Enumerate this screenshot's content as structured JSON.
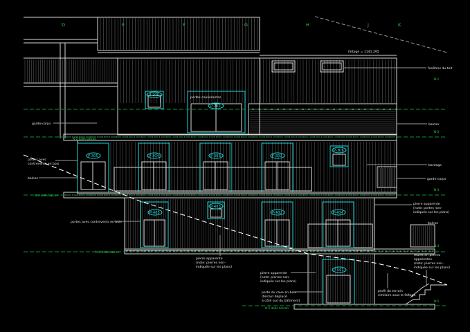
{
  "grid_labels": [
    "D",
    "E",
    "F",
    "G",
    "H",
    "J",
    "K"
  ],
  "faitage": "faîtage = 1141.295",
  "annotations": {
    "fenetres_toit": "fenêtres du toit",
    "portes_coulissantes": "portes coulissantes",
    "garde_corps_left": "garde-corps",
    "balcon_right": "balcon",
    "portes_avec_1": "portes avec",
    "portes_avec_2": "contrevents en bois",
    "balcon_left": "balcon",
    "bardage": "bardage",
    "garde_corps_right": "garde-corps",
    "pierre_right_1": "pierre apparente",
    "pierre_right_2": "(note: portes non-",
    "pierre_right_3": "indiquée sur les plans)",
    "portes_contrevents": "portes avec contrevents en bois",
    "balcon_right2": "balcon",
    "pierre_mid_1": "pierre apparente",
    "pierre_mid_2": "(note: pierres non-",
    "pierre_mid_3": "indiquée sur les plans)",
    "muret_1": "muret en pierres",
    "muret_2": "apparentes",
    "muret_3": "(note: pierres non-",
    "muret_4": "indiquée sur les plans)",
    "pierre_low_1": "pierre apparente",
    "pierre_low_2": "(note: pierres non-",
    "pierre_low_3": "indiquée sur les plans)",
    "porte_cave_1": "porte du cave en bois",
    "porte_cave_2": "(terrain déplacé",
    "porte_cave_3": "à côté sud du bâtiment)",
    "profil_1": "profil du terrain",
    "profil_2": "similaire sous le faîtage"
  },
  "levels": {
    "n1": "N-1",
    "n2": "N-2",
    "n3": "N-3",
    "n4": "N-4",
    "n5": "N-5",
    "dalle_balcon_2": "N-2 dalle balcon",
    "dalle_balcon_3": "N-3 dalle balcon",
    "dalle_balcon_4": "N-4 dalle balcon",
    "dalle_balcon_5": "N-5 dalle balcon"
  },
  "door_tags": {
    "p205": "P-205",
    "p202": "P-202",
    "p305": "P-305",
    "p304": "P-304",
    "p303": "P-303",
    "p302": "P-302",
    "p306": "P-306",
    "p405": "P-405",
    "p403": "P-403",
    "p402": "P-402",
    "p404": "P-404",
    "p501": "P-501"
  },
  "colors": {
    "background": "#000000",
    "linework": "#d8d8d8",
    "tags": "#1fd6d6",
    "levels": "#2fd24a"
  }
}
